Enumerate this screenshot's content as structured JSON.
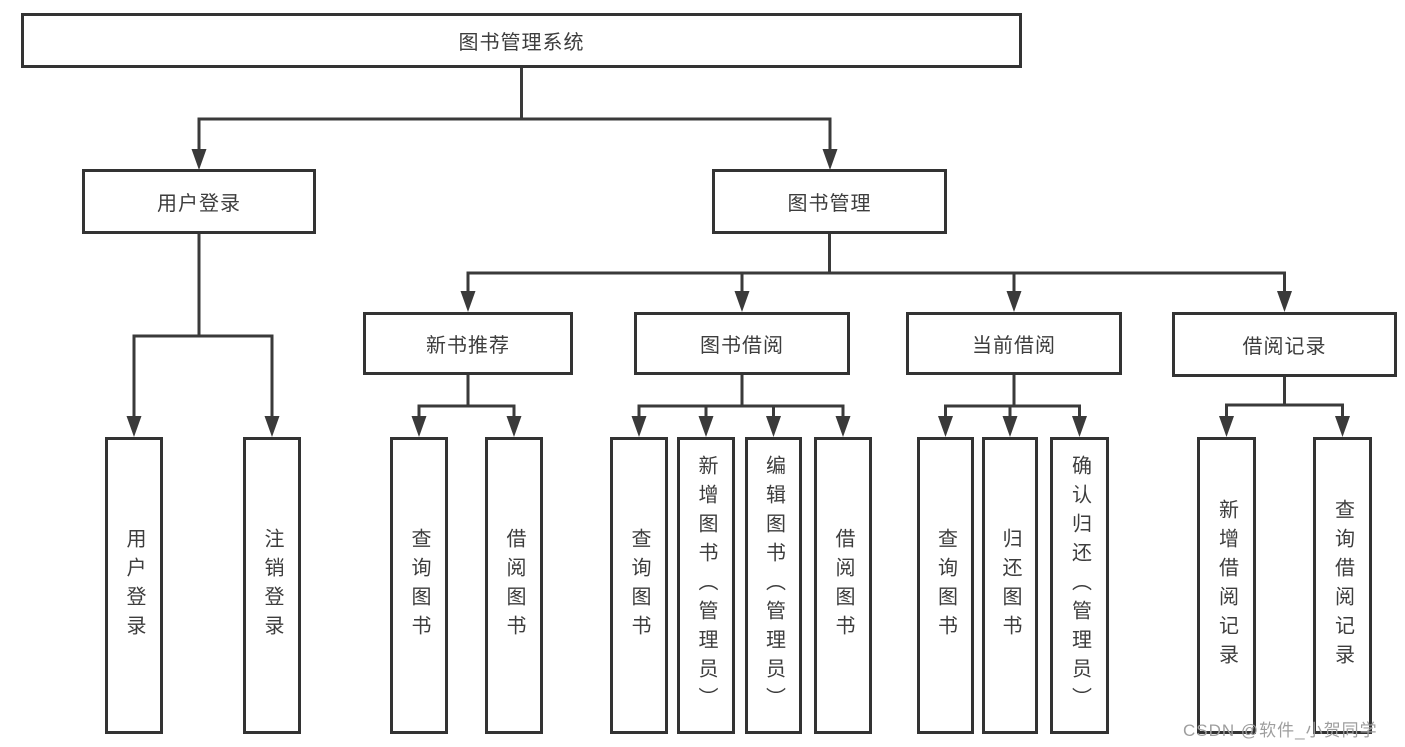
{
  "tree": {
    "root": {
      "label": "图书管理系统"
    },
    "branches": [
      {
        "label": "用户登录",
        "children": [
          {
            "label": "用户登录"
          },
          {
            "label": "注销登录"
          }
        ]
      },
      {
        "label": "图书管理",
        "children": [
          {
            "label": "新书推荐",
            "children": [
              {
                "label": "查询图书"
              },
              {
                "label": "借阅图书"
              }
            ]
          },
          {
            "label": "图书借阅",
            "children": [
              {
                "label": "查询图书"
              },
              {
                "label": "新增图书（管理员）"
              },
              {
                "label": "编辑图书（管理员）"
              },
              {
                "label": "借阅图书"
              }
            ]
          },
          {
            "label": "当前借阅",
            "children": [
              {
                "label": "查询图书"
              },
              {
                "label": "归还图书"
              },
              {
                "label": "确认归还（管理员）"
              }
            ]
          },
          {
            "label": "借阅记录",
            "children": [
              {
                "label": "新增借阅记录"
              },
              {
                "label": "查询借阅记录"
              }
            ]
          }
        ]
      }
    ]
  },
  "watermark": "CSDN @软件_小贺同学",
  "colors": {
    "line": "#3a3a3a",
    "box_border": "#333333",
    "text": "#3d3d3d",
    "watermark": "#9e9e9e",
    "background": "#ffffff"
  }
}
